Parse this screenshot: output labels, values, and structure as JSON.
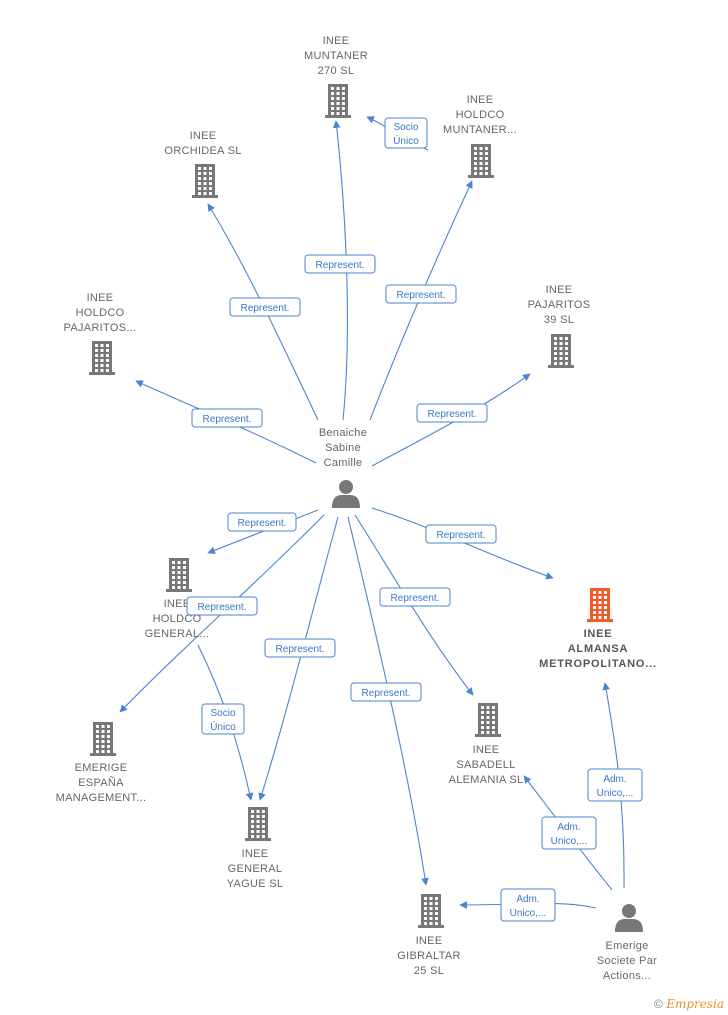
{
  "colors": {
    "edge": "#4a86d0",
    "company": "#777777",
    "company_highlight": "#f05a28",
    "person": "#777777"
  },
  "nodes": [
    {
      "id": "benaiche",
      "type": "person",
      "lines": [
        "Benaiche",
        "Sabine",
        "Camille"
      ]
    },
    {
      "id": "muntaner270",
      "type": "company",
      "lines": [
        "INEE",
        "MUNTANER",
        "270  SL"
      ]
    },
    {
      "id": "holdco_muntaner",
      "type": "company",
      "lines": [
        "INEE",
        "HOLDCO",
        "MUNTANER..."
      ]
    },
    {
      "id": "orchidea",
      "type": "company",
      "lines": [
        "INEE",
        "ORCHIDEA  SL"
      ]
    },
    {
      "id": "holdco_pajaritos",
      "type": "company",
      "lines": [
        "INEE",
        "HOLDCO",
        "PAJARITOS..."
      ]
    },
    {
      "id": "pajaritos39",
      "type": "company",
      "lines": [
        "INEE",
        "PAJARITOS",
        "39  SL"
      ]
    },
    {
      "id": "holdco_general",
      "type": "company",
      "lines": [
        "INEE",
        "HOLDCO",
        "GENERAL..."
      ]
    },
    {
      "id": "almansa",
      "type": "company",
      "highlight": true,
      "lines": [
        "INEE",
        "ALMANSA",
        "METROPOLITANO..."
      ]
    },
    {
      "id": "emerige_espana",
      "type": "company",
      "lines": [
        "EMERIGE",
        "ESPAÑA",
        "MANAGEMENT..."
      ]
    },
    {
      "id": "sabadell",
      "type": "company",
      "lines": [
        "INEE",
        "SABADELL",
        "ALEMANIA  SL"
      ]
    },
    {
      "id": "general_yague",
      "type": "company",
      "lines": [
        "INEE",
        "GENERAL",
        "YAGUE  SL"
      ]
    },
    {
      "id": "gibraltar",
      "type": "company",
      "lines": [
        "INEE",
        "GIBRALTAR",
        "25  SL"
      ]
    },
    {
      "id": "emerige_sp",
      "type": "person",
      "lines": [
        "Emerige",
        "Societe Par",
        "Actions..."
      ]
    }
  ],
  "edges": [
    {
      "label": [
        "Represent."
      ]
    },
    {
      "label": [
        "Represent."
      ]
    },
    {
      "label": [
        "Represent."
      ]
    },
    {
      "label": [
        "Represent."
      ]
    },
    {
      "label": [
        "Represent."
      ]
    },
    {
      "label": [
        "Socio",
        "Único"
      ]
    },
    {
      "label": [
        "Represent."
      ]
    },
    {
      "label": [
        "Represent."
      ]
    },
    {
      "label": [
        "Represent."
      ]
    },
    {
      "label": [
        "Represent."
      ]
    },
    {
      "label": [
        "Represent."
      ]
    },
    {
      "label": [
        "Represent."
      ]
    },
    {
      "label": [
        "Socio",
        "Único"
      ]
    },
    {
      "label": [
        "Adm.",
        "Unico,..."
      ]
    },
    {
      "label": [
        "Adm.",
        "Unico,..."
      ]
    },
    {
      "label": [
        "Adm.",
        "Unico,..."
      ]
    }
  ],
  "footer": {
    "copyright": "©",
    "brand": "Empresia"
  }
}
